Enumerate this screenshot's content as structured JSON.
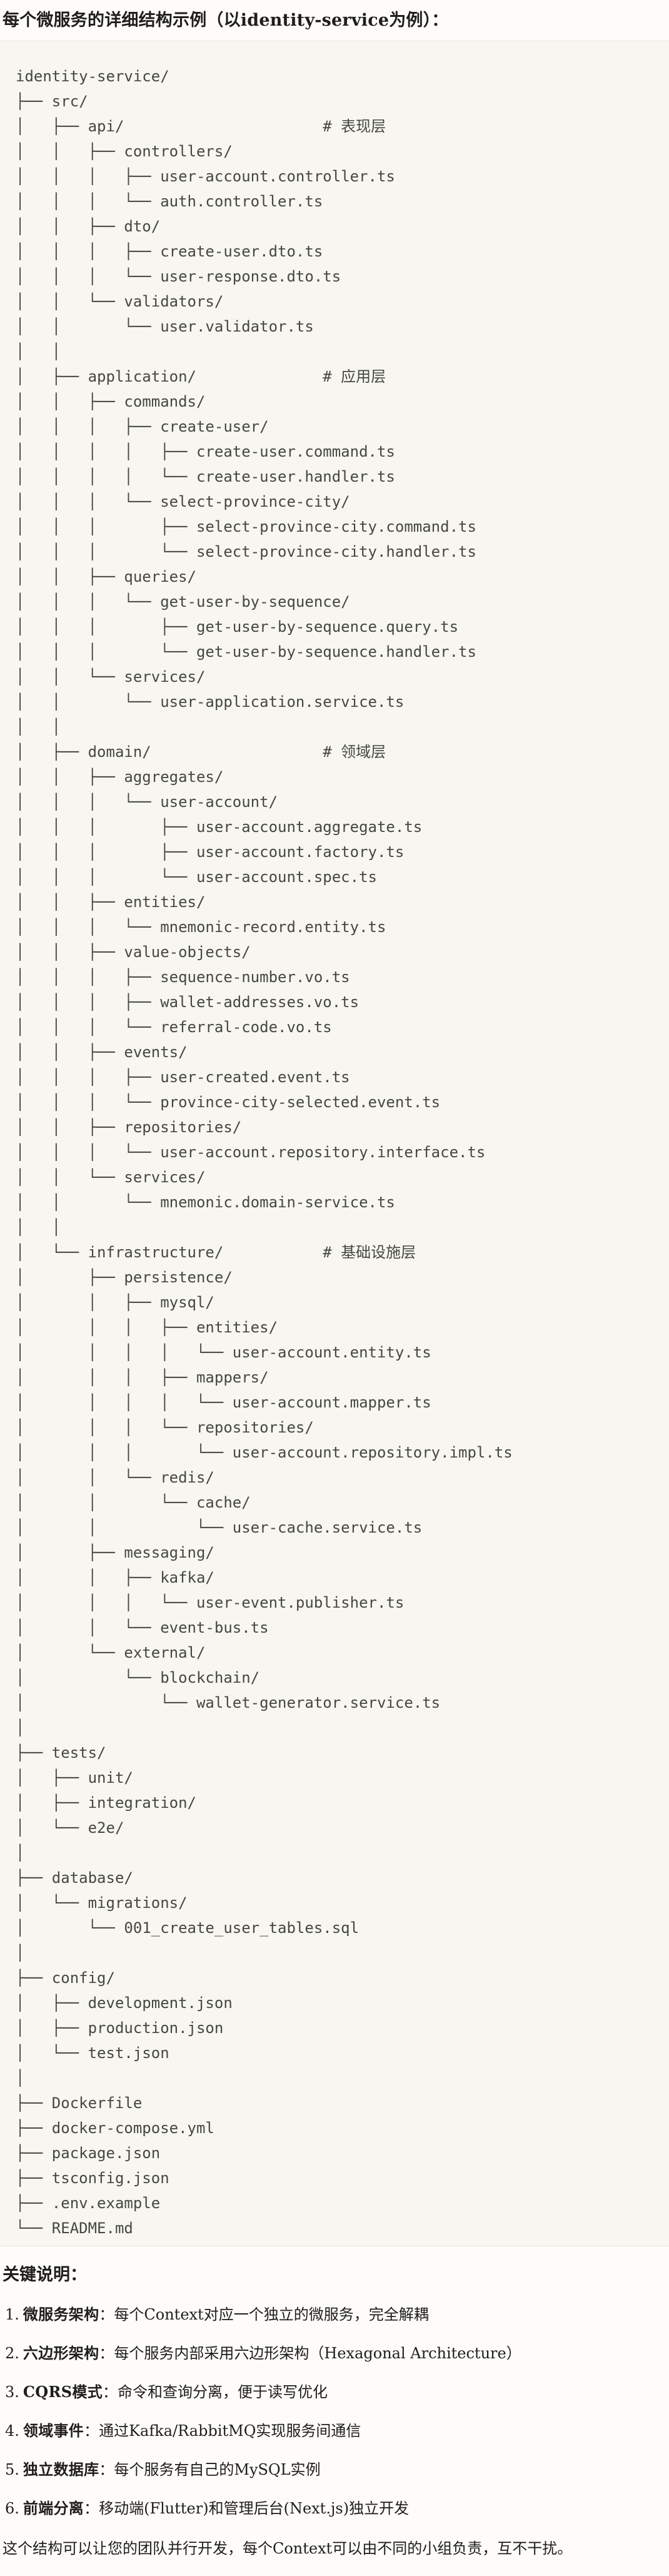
{
  "title": "每个微服务的详细结构示例（以identity-service为例）：",
  "code_block": {
    "lines": [
      "identity-service/",
      "├── src/",
      "│   ├── api/                      # 表现层",
      "│   │   ├── controllers/",
      "│   │   │   ├── user-account.controller.ts",
      "│   │   │   └── auth.controller.ts",
      "│   │   ├── dto/",
      "│   │   │   ├── create-user.dto.ts",
      "│   │   │   └── user-response.dto.ts",
      "│   │   └── validators/",
      "│   │       └── user.validator.ts",
      "│   │",
      "│   ├── application/              # 应用层",
      "│   │   ├── commands/",
      "│   │   │   ├── create-user/",
      "│   │   │   │   ├── create-user.command.ts",
      "│   │   │   │   └── create-user.handler.ts",
      "│   │   │   └── select-province-city/",
      "│   │   │       ├── select-province-city.command.ts",
      "│   │   │       └── select-province-city.handler.ts",
      "│   │   ├── queries/",
      "│   │   │   └── get-user-by-sequence/",
      "│   │   │       ├── get-user-by-sequence.query.ts",
      "│   │   │       └── get-user-by-sequence.handler.ts",
      "│   │   └── services/",
      "│   │       └── user-application.service.ts",
      "│   │",
      "│   ├── domain/                   # 领域层",
      "│   │   ├── aggregates/",
      "│   │   │   └── user-account/",
      "│   │   │       ├── user-account.aggregate.ts",
      "│   │   │       ├── user-account.factory.ts",
      "│   │   │       └── user-account.spec.ts",
      "│   │   ├── entities/",
      "│   │   │   └── mnemonic-record.entity.ts",
      "│   │   ├── value-objects/",
      "│   │   │   ├── sequence-number.vo.ts",
      "│   │   │   ├── wallet-addresses.vo.ts",
      "│   │   │   └── referral-code.vo.ts",
      "│   │   ├── events/",
      "│   │   │   ├── user-created.event.ts",
      "│   │   │   └── province-city-selected.event.ts",
      "│   │   ├── repositories/",
      "│   │   │   └── user-account.repository.interface.ts",
      "│   │   └── services/",
      "│   │       └── mnemonic.domain-service.ts",
      "│   │",
      "│   └── infrastructure/           # 基础设施层",
      "│       ├── persistence/",
      "│       │   ├── mysql/",
      "│       │   │   ├── entities/",
      "│       │   │   │   └── user-account.entity.ts",
      "│       │   │   ├── mappers/",
      "│       │   │   │   └── user-account.mapper.ts",
      "│       │   │   └── repositories/",
      "│       │   │       └── user-account.repository.impl.ts",
      "│       │   └── redis/",
      "│       │       └── cache/",
      "│       │           └── user-cache.service.ts",
      "│       ├── messaging/",
      "│       │   ├── kafka/",
      "│       │   │   └── user-event.publisher.ts",
      "│       │   └── event-bus.ts",
      "│       └── external/",
      "│           └── blockchain/",
      "│               └── wallet-generator.service.ts",
      "│",
      "├── tests/",
      "│   ├── unit/",
      "│   ├── integration/",
      "│   └── e2e/",
      "│",
      "├── database/",
      "│   └── migrations/",
      "│       └── 001_create_user_tables.sql",
      "│",
      "├── config/",
      "│   ├── development.json",
      "│   ├── production.json",
      "│   └── test.json",
      "│",
      "├── Dockerfile",
      "├── docker-compose.yml",
      "├── package.json",
      "├── tsconfig.json",
      "├── .env.example",
      "└── README.md"
    ]
  },
  "notes": {
    "heading": "关键说明：",
    "items": [
      {
        "marker": "1.",
        "term": "微服务架构",
        "desc": "：每个Context对应一个独立的微服务，完全解耦"
      },
      {
        "marker": "2.",
        "term": "六边形架构",
        "desc": "：每个服务内部采用六边形架构（Hexagonal Architecture）"
      },
      {
        "marker": "3.",
        "term": "CQRS模式",
        "desc": "：命令和查询分离，便于读写优化"
      },
      {
        "marker": "4.",
        "term": "领域事件",
        "desc": "：通过Kafka/RabbitMQ实现服务间通信"
      },
      {
        "marker": "5.",
        "term": "独立数据库",
        "desc": "：每个服务有自己的MySQL实例"
      },
      {
        "marker": "6.",
        "term": "前端分离",
        "desc": "：移动端(Flutter)和管理后台(Next.js)独立开发"
      }
    ],
    "closing": "这个结构可以让您的团队并行开发，每个Context可以由不同的小组负责，互不干扰。"
  },
  "colors": {
    "page_bg": "#FDFCF8",
    "code_bg": "#F7F6F1",
    "divider": "#E6E4DC",
    "code_text": "#474742",
    "body_text": "#1F1E1B"
  }
}
